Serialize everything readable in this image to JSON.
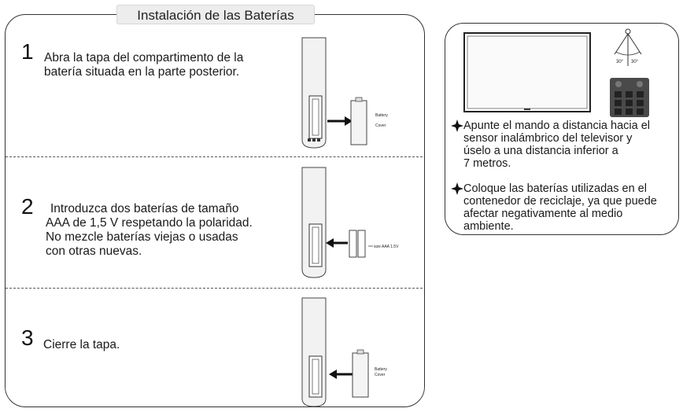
{
  "title": "Instalación de las Baterías",
  "steps": [
    {
      "number": "1",
      "text": "Abra la tapa del compartimento de la\nbatería situada en la parte posterior."
    },
    {
      "number": "2",
      "text": "Introduzca dos baterías de tamaño\nAAA de 1,5 V respetando la polaridad.\nNo mezcle baterías viejas o usadas\ncon otras nuevas."
    },
    {
      "number": "3",
      "text": "Cierre la tapa."
    }
  ],
  "diagram_labels": {
    "battery_cover": "Battery\nCover",
    "battery_size": "size  AAA  1.5V"
  },
  "angle_labels": [
    "30°",
    "30°"
  ],
  "notes": [
    "Apunte el mando a distancia hacia el\nsensor inalámbrico del  televisor y\núselo a una distancia inferior a\n7 metros.",
    "Coloque las baterías utilizadas en el\ncontenedor de reciclaje, ya que puede\nafectar negativamente al medio\nambiente."
  ],
  "icons": [
    "battery-remote-diagram",
    "tv-diagram",
    "sensor-angle-diagram",
    "remote-keypad-diagram",
    "sparkle-bullet-icon"
  ]
}
